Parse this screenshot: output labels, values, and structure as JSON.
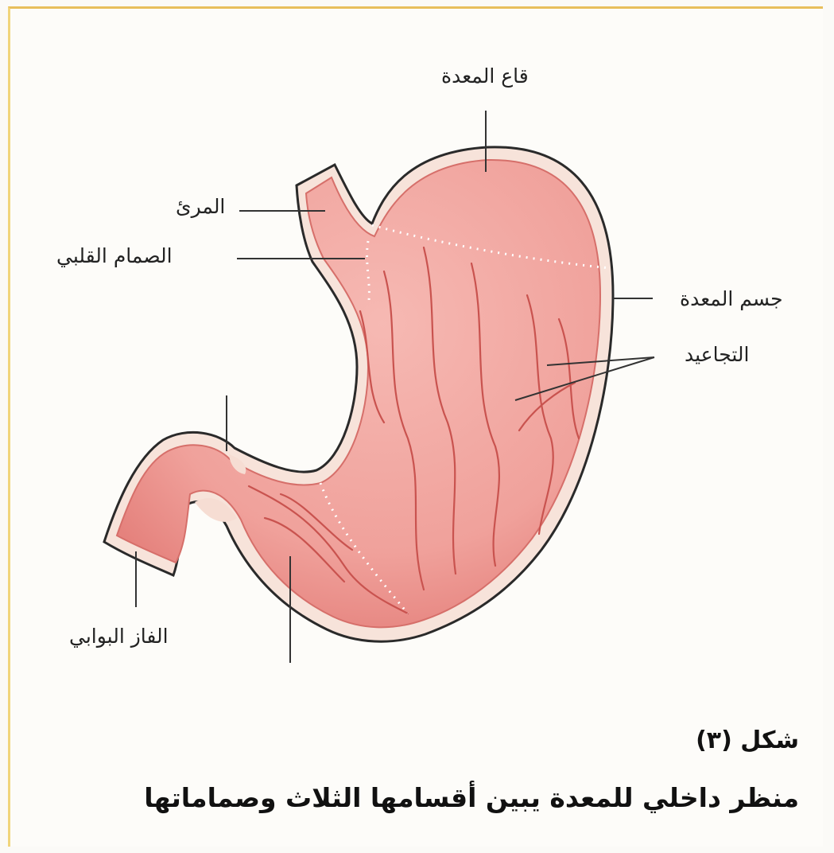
{
  "labels": {
    "fundus": "قاع المعدة",
    "esophagus": "المرئ",
    "cardiac_valve": "الصمام القلبي",
    "body": "جسم المعدة",
    "rugae": "التجاعيد",
    "pyloric_sphincter": "الفاز البوابي"
  },
  "caption": {
    "figure": "شكل (٣)",
    "text": "منظر داخلي للمعدة يبين أقسامها الثلاث وصماماتها"
  },
  "colors": {
    "stomach_fill": "#f2a5a0",
    "stomach_dark": "#e07f7a",
    "outline": "#2a2a2a",
    "frame_top": "#e8bf5c"
  }
}
